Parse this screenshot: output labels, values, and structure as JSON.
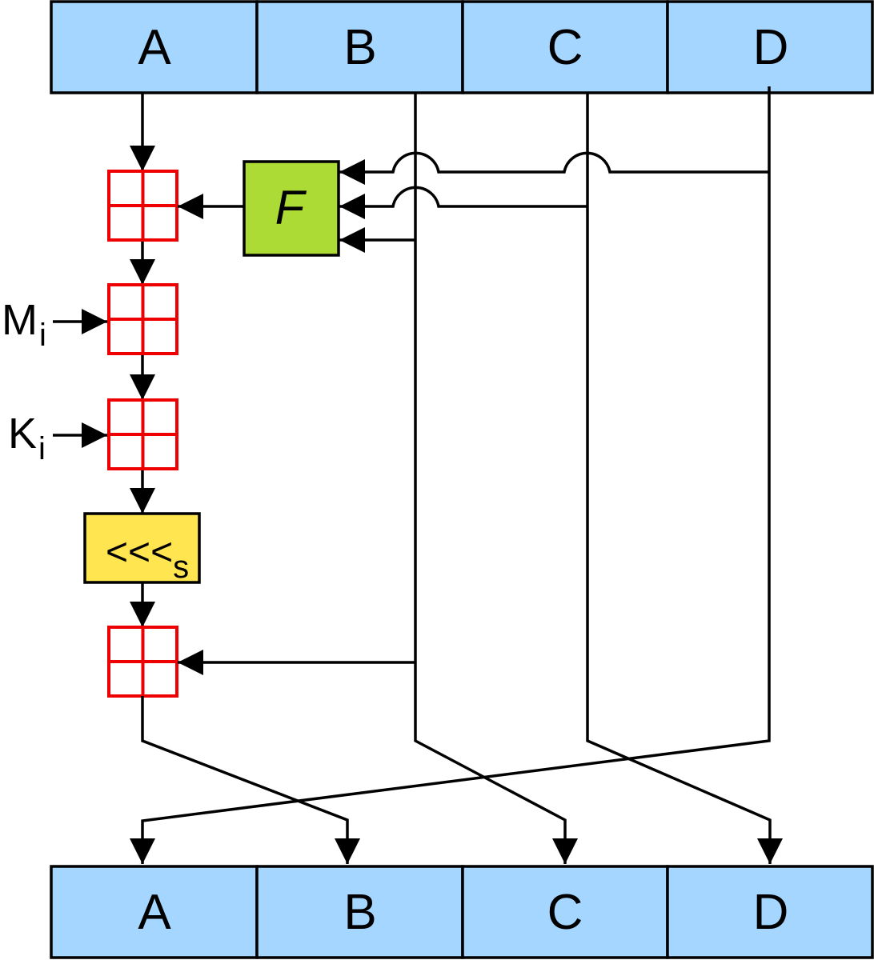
{
  "top_registers": [
    "A",
    "B",
    "C",
    "D"
  ],
  "bottom_registers": [
    "A",
    "B",
    "C",
    "D"
  ],
  "function_block": {
    "label": "F",
    "color": "#addb35"
  },
  "rotate_block": {
    "symbol": "<<<",
    "subscript": "s",
    "color": "#ffe54f"
  },
  "inputs": {
    "message": {
      "base": "M",
      "subscript": "i"
    },
    "constant": {
      "base": "K",
      "subscript": "i"
    }
  },
  "colors": {
    "register_fill": "#a4d6ff",
    "adder_stroke": "#ee0000",
    "line": "#000000"
  }
}
